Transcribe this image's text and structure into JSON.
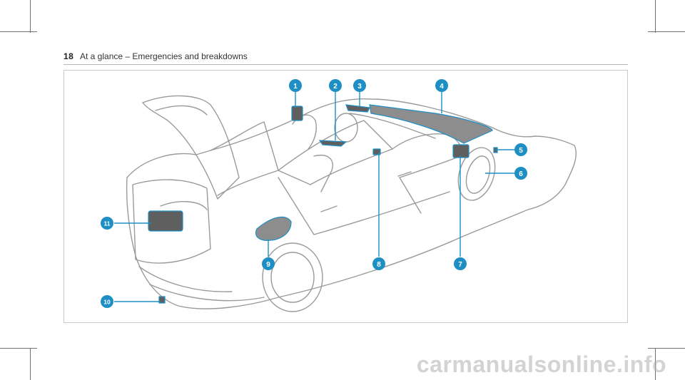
{
  "header": {
    "page_number": "18",
    "section": "At a glance – Emergencies and breakdowns"
  },
  "callouts": [
    "1",
    "2",
    "3",
    "4",
    "5",
    "6",
    "7",
    "8",
    "9",
    "10",
    "11"
  ],
  "colors": {
    "accent": "#1e8fc4",
    "line": "#9a9a9a",
    "highlight": "#5f5f5f"
  },
  "watermark": "carmanualsonline.info"
}
